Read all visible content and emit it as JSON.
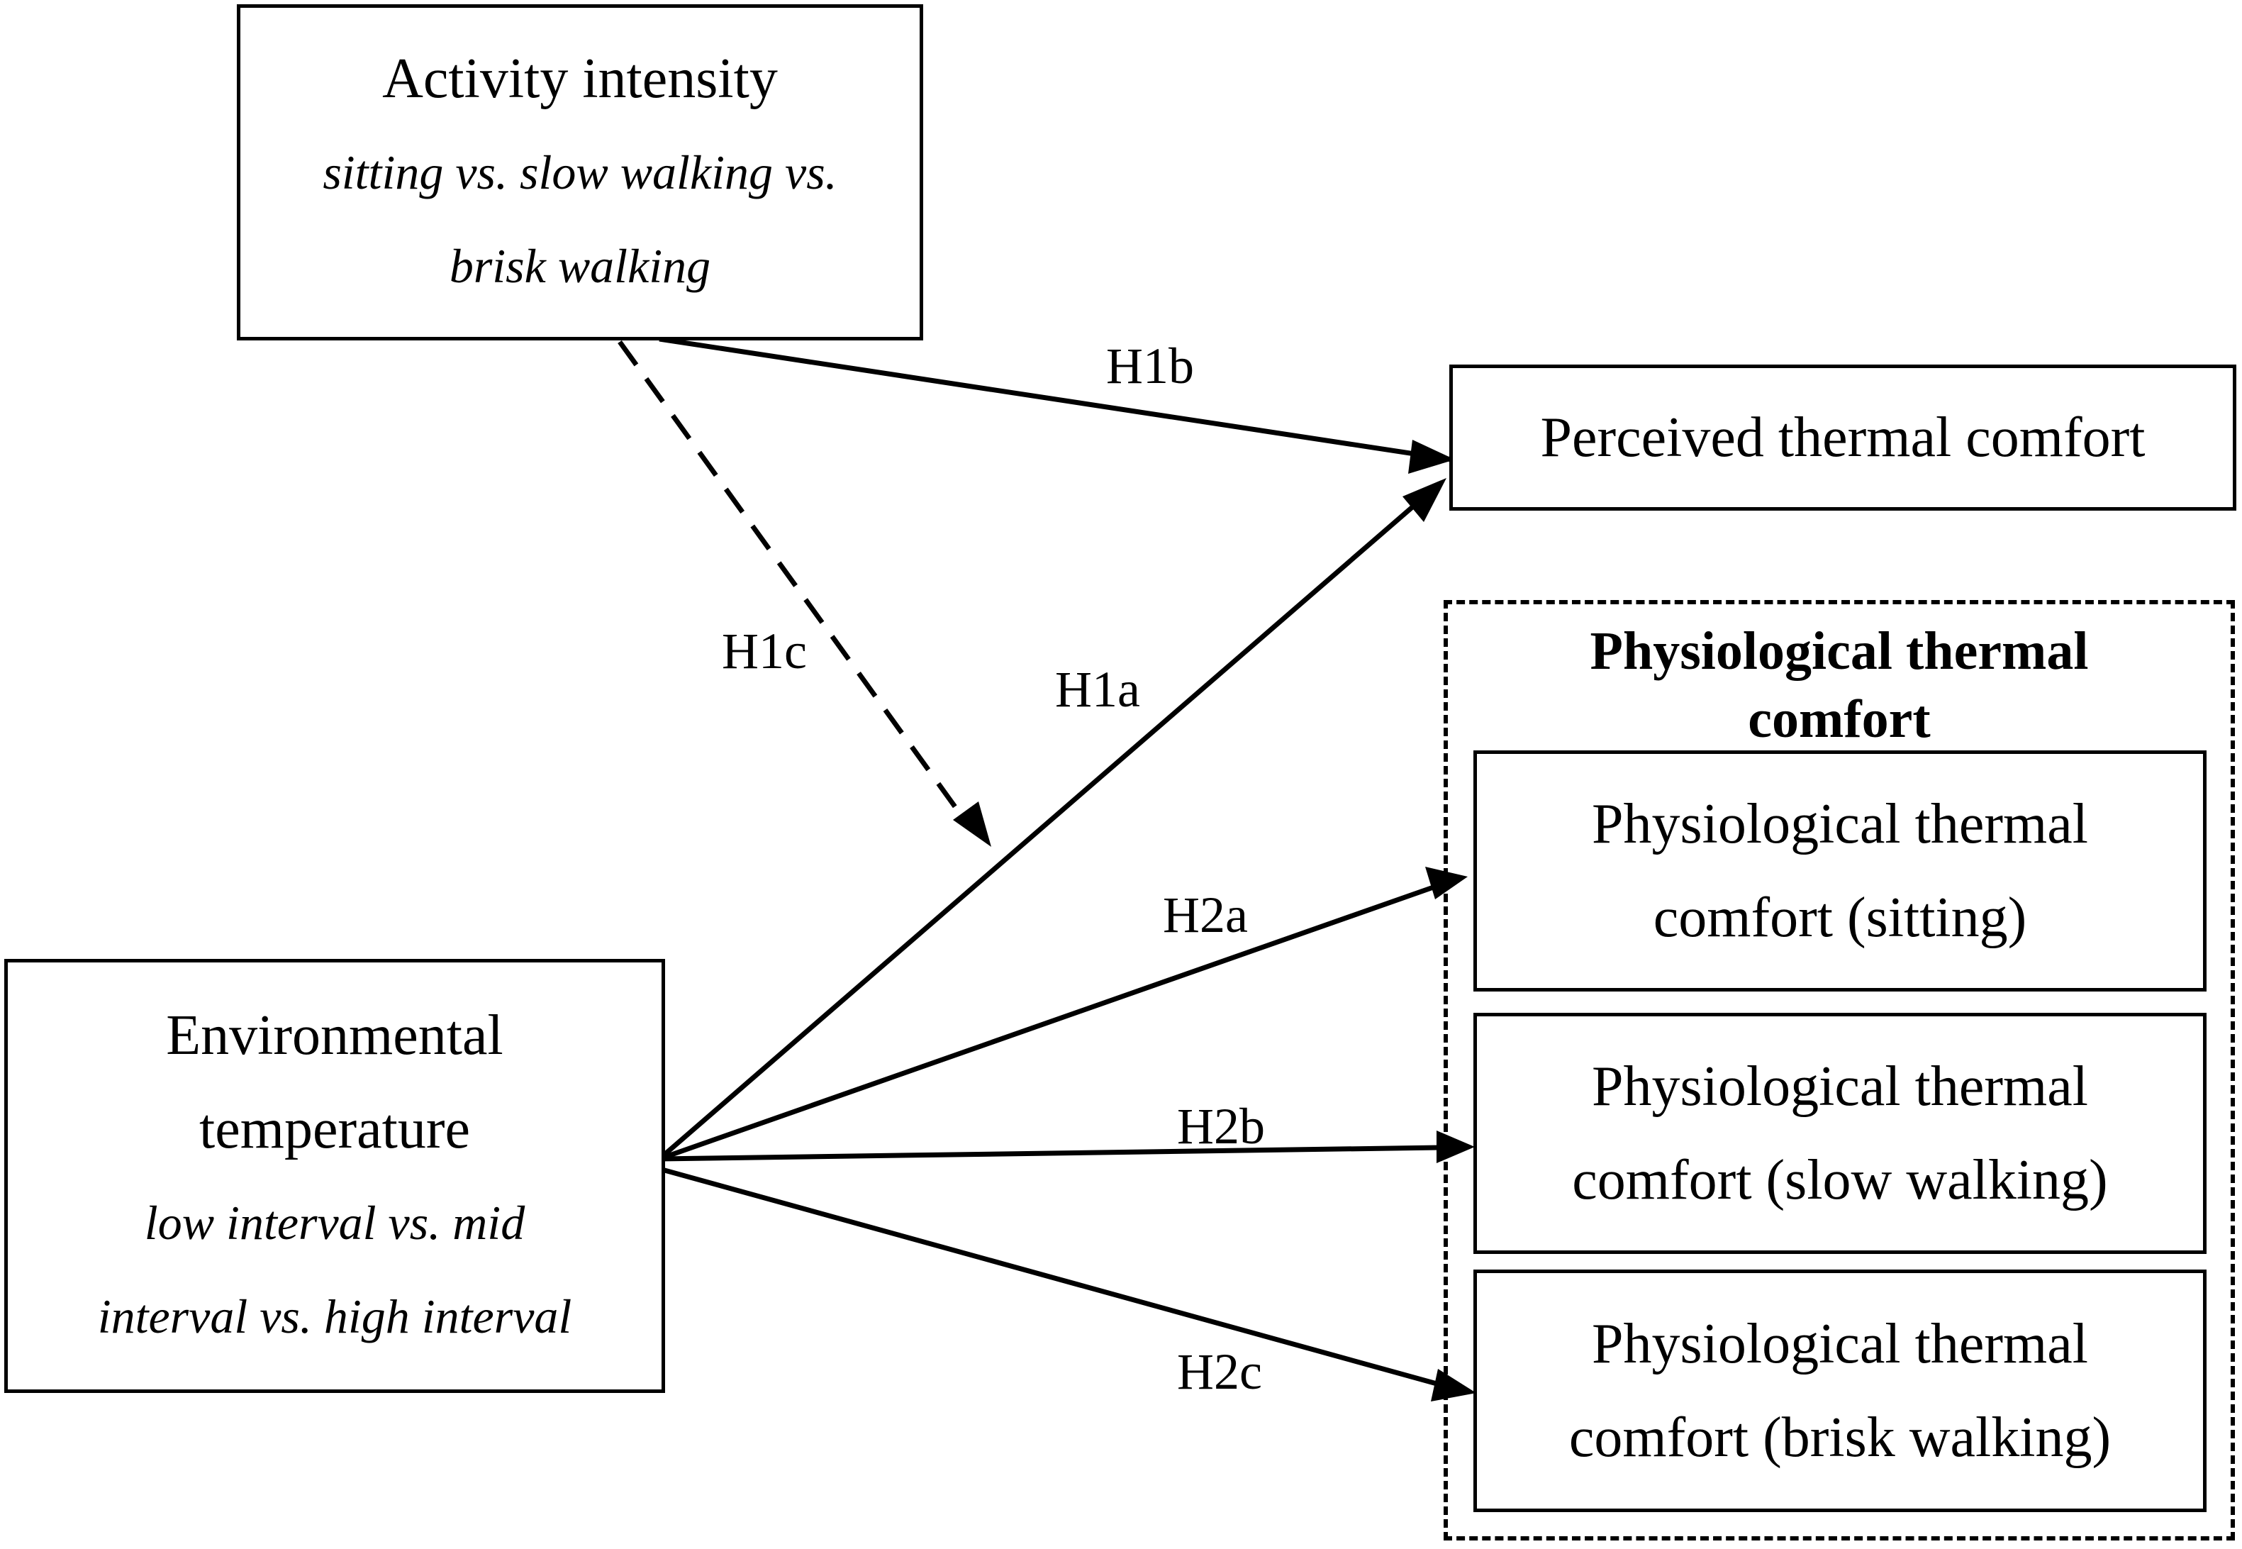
{
  "nodes": {
    "activity": {
      "title": "Activity intensity",
      "levels_line1": "sitting vs. slow walking vs.",
      "levels_line2": "brisk walking"
    },
    "environment": {
      "title_line1": "Environmental",
      "title_line2": "temperature",
      "levels_line1": "low interval vs. mid",
      "levels_line2": "interval vs. high interval"
    },
    "perceived": {
      "title": "Perceived thermal comfort"
    },
    "physiological_group": {
      "title_line1": "Physiological thermal",
      "title_line2": "comfort"
    },
    "phys_sitting": {
      "line1": "Physiological thermal",
      "line2": "comfort (sitting)"
    },
    "phys_slow": {
      "line1": "Physiological thermal",
      "line2": "comfort (slow walking)"
    },
    "phys_brisk": {
      "line1": "Physiological thermal",
      "line2": "comfort (brisk walking)"
    }
  },
  "hypotheses": {
    "h1a": "H1a",
    "h1b": "H1b",
    "h1c": "H1c",
    "h2a": "H2a",
    "h2b": "H2b",
    "h2c": "H2c"
  },
  "edges": [
    {
      "from": "environment",
      "to": "perceived",
      "label": "H1a",
      "style": "solid"
    },
    {
      "from": "activity",
      "to": "perceived",
      "label": "H1b",
      "style": "solid"
    },
    {
      "from": "activity",
      "to": "H1a path",
      "label": "H1c",
      "style": "dashed"
    },
    {
      "from": "environment",
      "to": "phys_sitting",
      "label": "H2a",
      "style": "solid"
    },
    {
      "from": "environment",
      "to": "phys_slow",
      "label": "H2b",
      "style": "solid"
    },
    {
      "from": "environment",
      "to": "phys_brisk",
      "label": "H2c",
      "style": "solid"
    }
  ]
}
